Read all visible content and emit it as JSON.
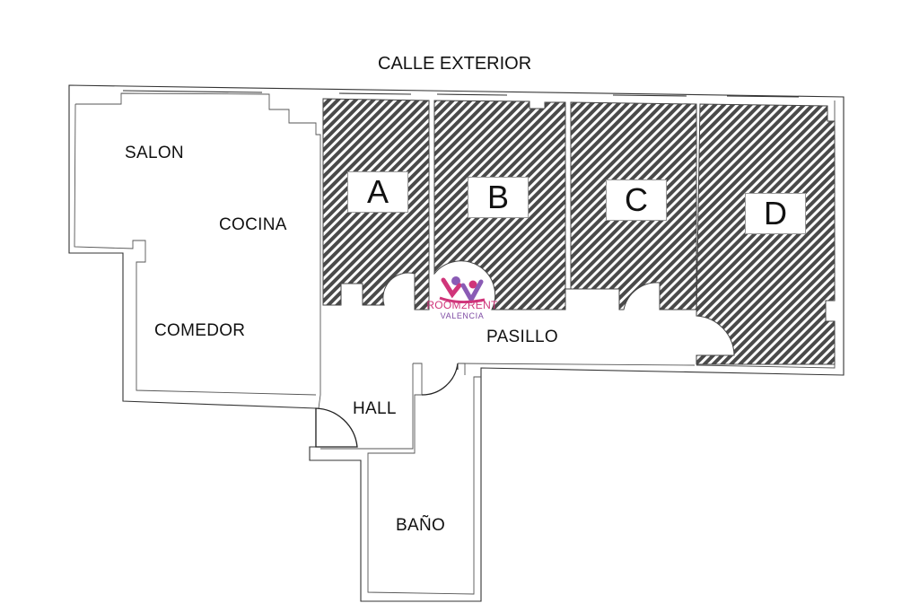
{
  "plan": {
    "street_label": "CALLE EXTERIOR",
    "rooms": [
      {
        "id": "A",
        "label": "A",
        "type": "bedroom",
        "shaded": true
      },
      {
        "id": "B",
        "label": "B",
        "type": "bedroom",
        "shaded": true
      },
      {
        "id": "C",
        "label": "C",
        "type": "bedroom",
        "shaded": true
      },
      {
        "id": "D",
        "label": "D",
        "type": "bedroom",
        "shaded": true
      }
    ],
    "areas": {
      "salon": "SALON",
      "cocina": "COCINA",
      "comedor": "COMEDOR",
      "pasillo": "PASILLO",
      "hall": "HALL",
      "bano": "BAÑO"
    },
    "logo": {
      "name": "ROOM2RENT",
      "city": "VALENCIA",
      "primary_color": "#d0357a",
      "secondary_color": "#7e4aa3"
    },
    "colors": {
      "wall": "#333333",
      "hatch": "#555555",
      "background": "#ffffff"
    }
  }
}
